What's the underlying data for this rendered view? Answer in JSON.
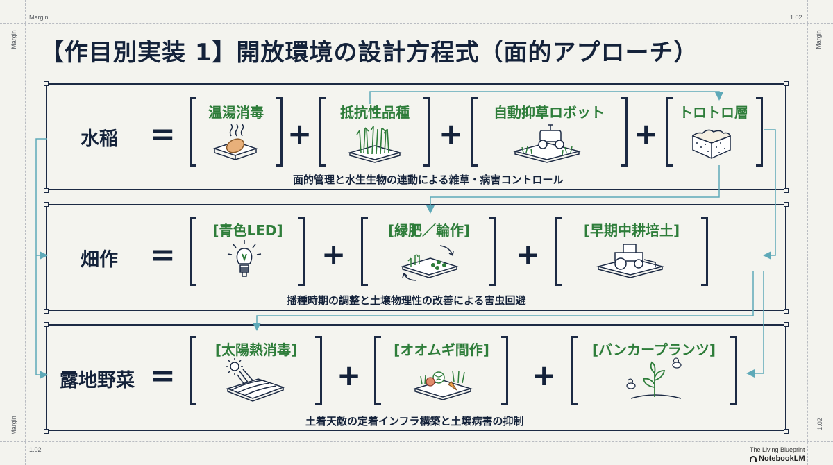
{
  "margin": {
    "label": "Margin",
    "scale": "1.02"
  },
  "title": "【作目別実装 1】開放環境の設計方程式（面的アプローチ）",
  "rows": [
    {
      "label": "水稲",
      "terms": [
        "温湯消毒",
        "抵抗性品種",
        "自動抑草ロボット",
        "トロトロ層"
      ],
      "icons": [
        "seed-hot-water-icon",
        "rice-plants-icon",
        "weeding-robot-icon",
        "soil-layer-icon"
      ],
      "caption": "面的管理と水生生物の連動による雑草・病害コントロール"
    },
    {
      "label": "畑作",
      "terms": [
        "[青色LED]",
        "[緑肥／輪作]",
        "[早期中耕培土]"
      ],
      "icons": [
        "led-bulb-icon",
        "crop-rotation-icon",
        "tractor-icon"
      ],
      "caption": "播種時期の調整と土壌物理性の改善による害虫回避"
    },
    {
      "label": "露地野菜",
      "terms": [
        "[太陽熱消毒]",
        "[オオムギ間作]",
        "[バンカープランツ]"
      ],
      "icons": [
        "solar-heating-icon",
        "vegetables-intercrop-icon",
        "banker-plants-icon"
      ],
      "caption": "土着天敵の定着インフラ構築と土壌病害の抑制"
    }
  ],
  "operators": {
    "equals": "=",
    "plus": "+"
  },
  "footer": {
    "tagline": "The Living Blueprint",
    "brand": "NotebookLM"
  },
  "colors": {
    "navy": "#1c2a44",
    "green": "#2e7d3a",
    "teal": "#5ea9b8",
    "background": "#f3f3ee"
  }
}
